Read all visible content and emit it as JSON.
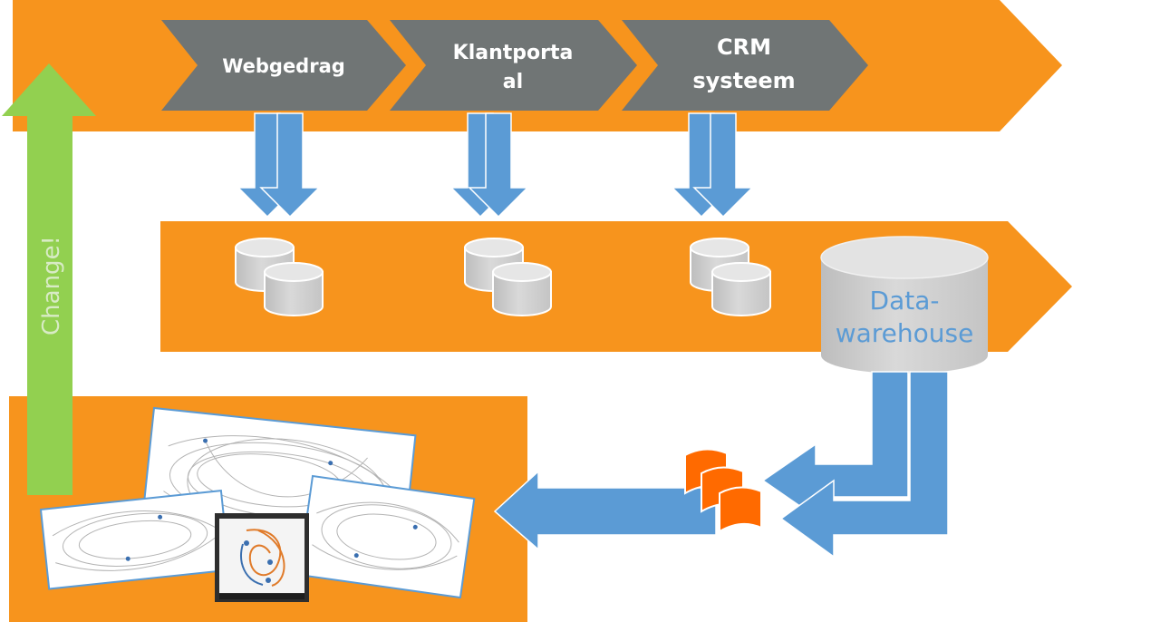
{
  "colors": {
    "orange": "#F7941D",
    "gray_chevron": "#707575",
    "blue_arrow": "#5B9BD5",
    "db_gray": "#D1D1D1",
    "green_arrow": "#92D050",
    "doc_orange": "#FF6A00",
    "dw_text": "#5B9BD5"
  },
  "sources": [
    {
      "line1": "Webgedrag",
      "line2": ""
    },
    {
      "line1": "Klantporta",
      "line2": "al"
    },
    {
      "line1": "CRM",
      "line2": "systeem"
    }
  ],
  "datawarehouse": {
    "line1": "Data-",
    "line2": "warehouse"
  },
  "change": {
    "label": "Change!"
  },
  "icons": [
    "database-icon",
    "document-stack-icon",
    "process-map-image"
  ]
}
